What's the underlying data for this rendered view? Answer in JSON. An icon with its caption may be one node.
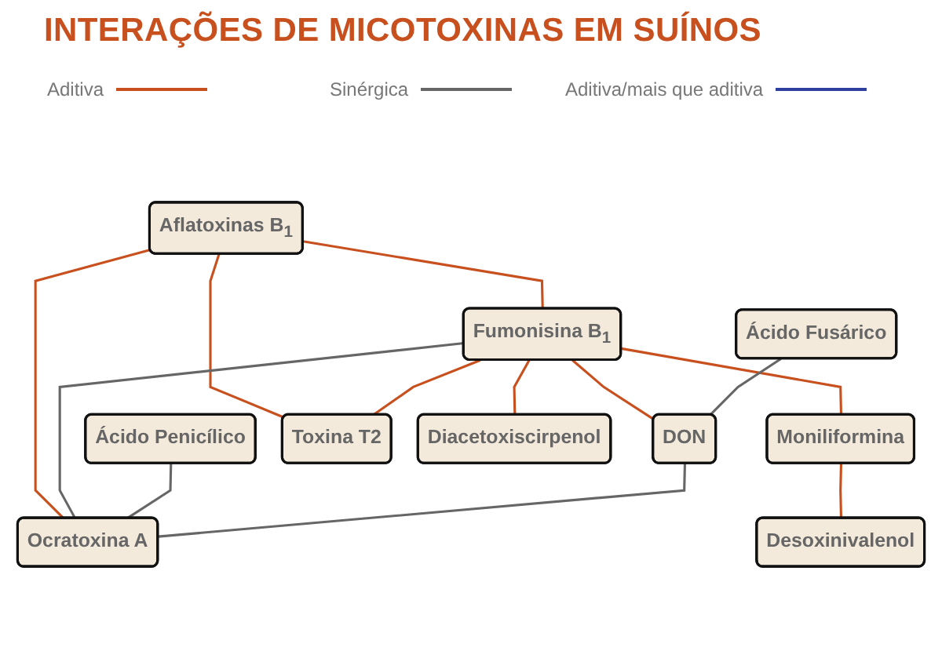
{
  "diagram": {
    "title": "INTERAÇÕES DE MICOTOXINAS EM SUÍNOS",
    "nodes": [
      {
        "text": [
          "Aflatoxinas B$_{1}$"
        ]
      },
      {
        "text": [
          "Fumonisina B$_{1}$"
        ]
      },
      {
        "text": [
          "Ácido Fusárico"
        ]
      },
      {
        "text": [
          "Ácido Penicílico"
        ]
      },
      {
        "text": [
          "DON"
        ]
      },
      {
        "text": [
          "Ocratoxina A"
        ]
      },
      {
        "text": [
          "Moniliformina"
        ]
      },
      {
        "text": [
          "Toxina T2"
        ]
      },
      {
        "text": [
          "Desoxinivalenol"
        ]
      },
      {
        "text": [
          "Diacetoxiscirpenol"
        ]
      }
    ],
    "edges": [
      {
        "from": 0,
        "to": 1,
        "arrow": "none"
      },
      {
        "from": 0,
        "to": 5,
        "arrow": "none"
      },
      {
        "from": 0,
        "to": 7,
        "arrow": "none"
      },
      {
        "from": 1,
        "to": 4,
        "arrow": "none"
      },
      {
        "from": 1,
        "to": 6,
        "arrow": "none"
      },
      {
        "from": 1,
        "to": 9,
        "arrow": "none"
      },
      {
        "from": 1,
        "to": 7,
        "arrow": "none"
      },
      {
        "from": 1,
        "to": 5,
        "arrow": "none",
        "color": "#666666"
      },
      {
        "from": 3,
        "to": 5,
        "arrow": "none",
        "color": "#666666"
      },
      {
        "from": 2,
        "to": 4,
        "arrow": "none",
        "color": "#666666"
      },
      {
        "from": 4,
        "to": 5,
        "arrow": "none",
        "color": "#666666"
      },
      {
        "from": 6,
        "to": 8,
        "arrow": "none"
      }
    ],
    "legend": [
      {
        "text": "Aditiva"
      },
      {
        "text": "Sinérgica"
      },
      {
        "text": "Aditiva/mais que aditiva"
      }
    ]
  }
}
